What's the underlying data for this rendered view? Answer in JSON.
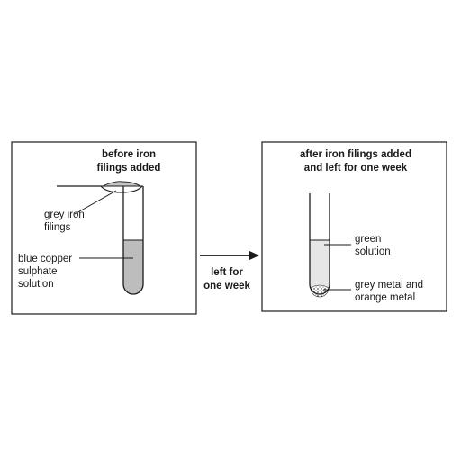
{
  "before_panel": {
    "title_line1": "before iron",
    "title_line2": "filings added",
    "label_iron_line1": "grey iron",
    "label_iron_line2": "filings",
    "label_solution_line1": "blue copper",
    "label_solution_line2": "sulphate",
    "label_solution_line3": "solution"
  },
  "arrow": {
    "label_line1": "left for",
    "label_line2": "one week"
  },
  "after_panel": {
    "title_line1": "after iron filings added",
    "title_line2": "and left for one week",
    "label_solution_line1": "green",
    "label_solution_line2": "solution",
    "label_metal_line1": "grey metal and",
    "label_metal_line2": "orange metal"
  },
  "colors": {
    "blue_copper_sulphate_fill": "#bdbdbd",
    "green_solution_fill": "#e6e6e6",
    "iron_filings_fill": "#c4c4c4",
    "outline": "#1a1a1a"
  }
}
